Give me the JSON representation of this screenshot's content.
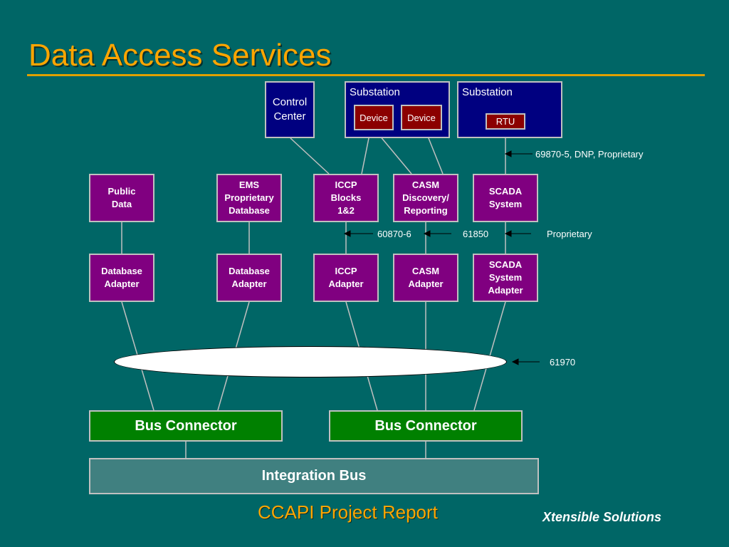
{
  "slide": {
    "title": "Data Access Services",
    "footer": "CCAPI Project Report",
    "brand": "Xtensible Solutions"
  },
  "top_systems": {
    "control_center": "Control\nCenter",
    "substation_1": {
      "label": "Substation",
      "devices": [
        "Device",
        "Device"
      ]
    },
    "substation_2": {
      "label": "Substation",
      "rtu": "RTU"
    }
  },
  "applications": {
    "public_data": "Public\nData",
    "ems_database": "EMS\nProprietary\nDatabase",
    "iccp_blocks": "ICCP\nBlocks\n1&2",
    "casm_discovery": "CASM\nDiscovery/\nReporting",
    "scada_system": "SCADA\nSystem"
  },
  "adapters": {
    "database_adapter_1": "Database\nAdapter",
    "database_adapter_2": "Database\nAdapter",
    "iccp_adapter": "ICCP\nAdapter",
    "casm_adapter": "CASM\nAdapter",
    "scada_adapter": "SCADA\nSystem\nAdapter"
  },
  "standards": {
    "rtu_protocols": "69870-5, DNP, Proprietary",
    "iccp_standard": "60870-6",
    "casm_standard": "61850",
    "scada_link": "Proprietary",
    "bus_standard": "61970"
  },
  "connectors": {
    "bus_connector_1": "Bus Connector",
    "bus_connector_2": "Bus Connector",
    "integration_bus": "Integration Bus"
  },
  "colors": {
    "background": "#006666",
    "title": "#ffa500",
    "system_box": "#000080",
    "application_box": "#800080",
    "device_box": "#8b0000",
    "connector_box": "#008000",
    "bus": "#408080",
    "link_line": "#c0c0c0"
  }
}
